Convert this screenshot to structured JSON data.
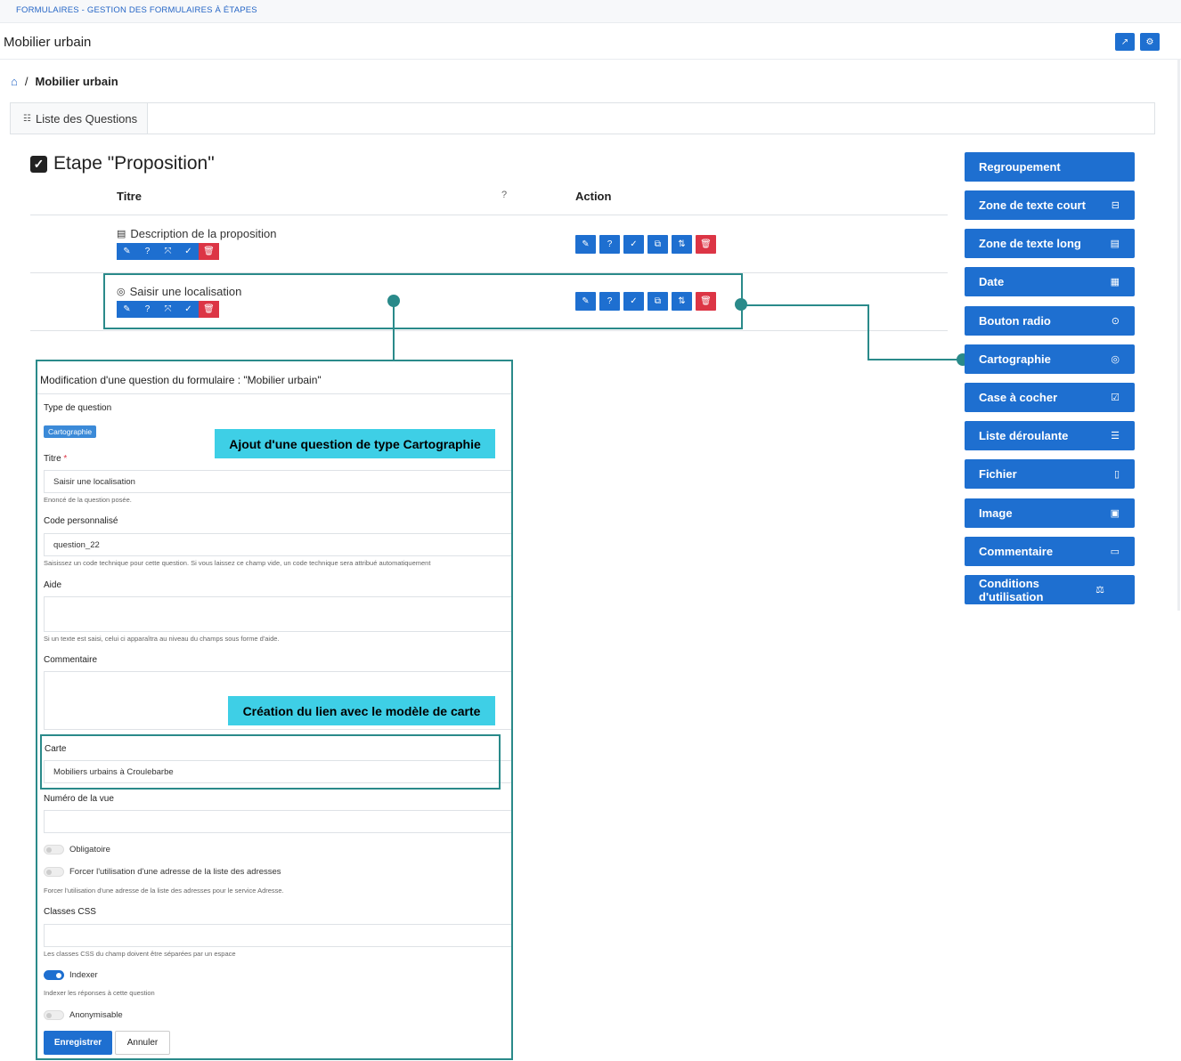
{
  "top_strip": {
    "text": "FORMULAIRES - GESTION DES FORMULAIRES À ÉTAPES"
  },
  "header": {
    "title": "Mobilier urbain",
    "btn1_icon": "external-link-icon",
    "btn2_icon": "gear-icon"
  },
  "breadcrumb": {
    "home_icon": "home-icon",
    "separator": "/",
    "current": "Mobilier urbain"
  },
  "tabs": [
    {
      "label": "Liste des Questions",
      "icon": "list-icon"
    }
  ],
  "step": {
    "title": "Etape \"Proposition\""
  },
  "table": {
    "headers": {
      "title": "Titre",
      "help": "?",
      "action": "Action"
    },
    "rows": [
      {
        "label": "Description de la proposition",
        "icon": "text-icon"
      },
      {
        "label": "Saisir une localisation",
        "icon": "location-icon"
      }
    ]
  },
  "mini_buttons": [
    "✎",
    "?",
    "⤧",
    "✓",
    "🗑"
  ],
  "action_buttons": [
    "✎",
    "?",
    "✓",
    "⧉",
    "⇅",
    "🗑"
  ],
  "question_types": [
    {
      "label": "Regroupement",
      "icon": ""
    },
    {
      "label": "Zone de texte court",
      "icon": "⊟"
    },
    {
      "label": "Zone de texte long",
      "icon": "▤"
    },
    {
      "label": "Date",
      "icon": "▦"
    },
    {
      "label": "Bouton radio",
      "icon": "⊙"
    },
    {
      "label": "Cartographie",
      "icon": "◎"
    },
    {
      "label": "Case à cocher",
      "icon": "☑"
    },
    {
      "label": "Liste déroulante",
      "icon": "☰"
    },
    {
      "label": "Fichier",
      "icon": "▯"
    },
    {
      "label": "Image",
      "icon": "▣"
    },
    {
      "label": "Commentaire",
      "icon": "▭"
    },
    {
      "label": "Conditions d'utilisation",
      "icon": "⚖"
    }
  ],
  "modal": {
    "title": "Modification d'une question du formulaire : \"Mobilier urbain\"",
    "type_label": "Type de question",
    "type_badge": "Cartographie",
    "titre_label": "Titre",
    "required_mark": "*",
    "titre_value": "Saisir une localisation",
    "titre_help": "Enoncé de la question posée.",
    "code_label": "Code personnalisé",
    "code_value": "question_22",
    "code_help": "Saisissez un code technique pour cette question. Si vous laissez ce champ vide, un code technique sera attribué automatiquement",
    "aide_label": "Aide",
    "aide_help": "Si un texte est saisi, celui ci apparaîtra au niveau du champs sous forme d'aide.",
    "commentaire_label": "Commentaire",
    "carte_label": "Carte",
    "carte_value": "Mobiliers urbains à Croulebarbe",
    "vue_label": "Numéro de la vue",
    "obligatoire_label": "Obligatoire",
    "forcer_label": "Forcer l'utilisation d'une adresse de la liste des adresses",
    "forcer_help": "Forcer l'utilisation d'une adresse de la liste des adresses pour le service Adresse.",
    "css_label": "Classes CSS",
    "css_help": "Les classes CSS du champ doivent être séparées par un espace",
    "indexer_label": "Indexer",
    "indexer_help": "Indexer les réponses à cette question",
    "anonymisable_label": "Anonymisable",
    "save": "Enregistrer",
    "cancel": "Annuler"
  },
  "callouts": {
    "type": "Ajout d'une question de type Cartographie",
    "link": "Création du lien avec le modèle de carte"
  },
  "colors": {
    "primary": "#1e6fd0",
    "danger": "#dc3545",
    "annotation": "#2a8a8a",
    "callout": "#3ecfe6"
  }
}
